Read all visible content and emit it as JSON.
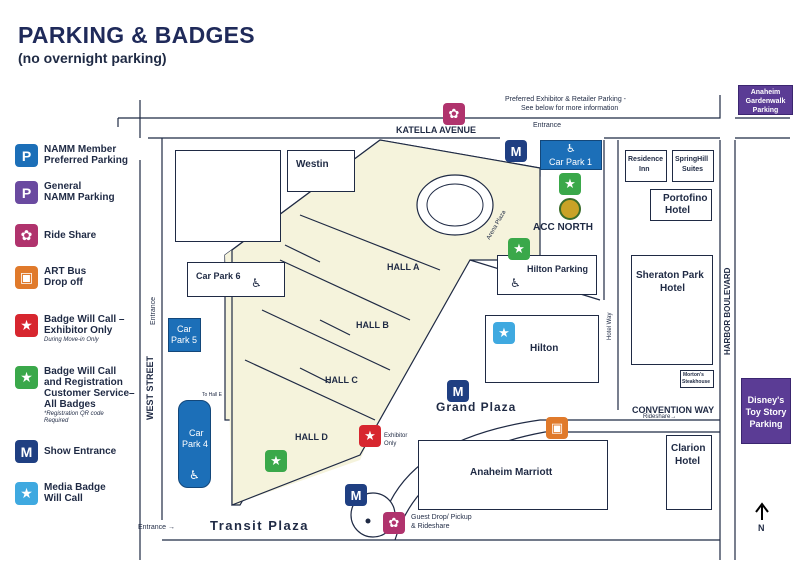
{
  "title": "PARKING & BADGES",
  "subtitle": "(no overnight parking)",
  "colors": {
    "navy": "#1f2a5a",
    "blue": "#1c6fb8",
    "purple": "#6a4aa0",
    "pink": "#b0336d",
    "orange": "#e07a2b",
    "red": "#d7262f",
    "green": "#3aa84a",
    "light_blue": "#3fa9e0",
    "hall_fill": "#f5f3dc"
  },
  "legend": [
    {
      "icon": "parking-icon",
      "symbol": "P",
      "label_1": "NAMM Member",
      "label_2": "Preferred Parking",
      "note": ""
    },
    {
      "icon": "parking-icon",
      "symbol": "P",
      "label_1": "General",
      "label_2": "NAMM Parking",
      "note": ""
    },
    {
      "icon": "ride-share-icon",
      "symbol": "✿",
      "label_1": "Ride Share",
      "label_2": "",
      "note": ""
    },
    {
      "icon": "bus-icon",
      "symbol": "▣",
      "label_1": "ART Bus",
      "label_2": "Drop off",
      "note": ""
    },
    {
      "icon": "star-icon",
      "symbol": "★",
      "label_1": "Badge Will Call –",
      "label_2": "Exhibitor Only",
      "note": "During Move-in Only"
    },
    {
      "icon": "star-icon",
      "symbol": "★",
      "label_1": "Badge Will Call",
      "label_2": "and Registration",
      "label_3": "Customer Service–",
      "label_4": "All Badges",
      "note": "*Registration QR code Required"
    },
    {
      "icon": "show-entrance-icon",
      "symbol": "M",
      "label_1": "Show Entrance",
      "label_2": "",
      "note": ""
    },
    {
      "icon": "star-icon",
      "symbol": "★",
      "label_1": "Media Badge",
      "label_2": "Will Call",
      "note": ""
    }
  ],
  "map": {
    "streets": {
      "katella": "KATELLA AVENUE",
      "west": "WEST STREET",
      "harbor": "HARBOR BOULEVARD",
      "convention_way": "CONVENTION WAY",
      "hotel_way": "Hotel Way",
      "arena_plaza": "Arena Plaza"
    },
    "plazas": {
      "grand": "Grand Plaza",
      "transit": "Transit Plaza"
    },
    "halls": [
      "HALL A",
      "HALL B",
      "HALL C",
      "HALL D"
    ],
    "buildings": {
      "westin": "Westin",
      "residence_inn_1": "Residence",
      "residence_inn_2": "Inn",
      "springhill_1": "SpringHill",
      "springhill_2": "Suites",
      "portofino_1": "Portofino",
      "portofino_2": "Hotel",
      "sheraton_1": "Sheraton Park",
      "sheraton_2": "Hotel",
      "hilton": "Hilton",
      "hilton_parking": "Hilton Parking",
      "marriott": "Anaheim Marriott",
      "clarion_1": "Clarion",
      "clarion_2": "Hotel",
      "mortons_1": "Morton's",
      "mortons_2": "Steakhouse",
      "acc_north": "ACC NORTH"
    },
    "parking": {
      "car_park_1": "Car Park 1",
      "car_park_4_1": "Car",
      "car_park_4_2": "Park 4",
      "car_park_5_1": "Car",
      "car_park_5_2": "Park 5",
      "car_park_6": "Car Park 6",
      "gardenwalk_1": "Anaheim",
      "gardenwalk_2": "Gardenwalk",
      "gardenwalk_3": "Parking",
      "disney_1": "Disney's",
      "disney_2": "Toy Story",
      "disney_3": "Parking"
    },
    "labels": {
      "preferred_1": "Preferred  Exhibitor & Retailer Parking -",
      "preferred_2": "See below for more information",
      "entrance": "Entrance",
      "entrance_west": "Entrance",
      "entrance_bottom": "Entrance →",
      "to_hall_e": "To Hall E",
      "exhibitor_only_1": "Exhibitor",
      "exhibitor_only_2": "Only",
      "rideshare_arrow": "Rideshare→",
      "guest_drop_1": "Guest Drop/ Pickup",
      "guest_drop_2": "& Rideshare",
      "north": "N"
    }
  }
}
